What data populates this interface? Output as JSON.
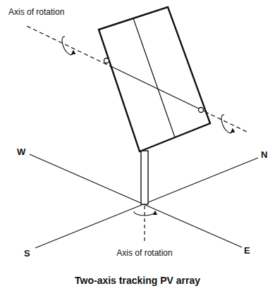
{
  "diagram": {
    "caption": "Two-axis tracking PV array",
    "labels": [
      "Axis of rotation",
      "W",
      "N",
      "S",
      "E",
      "Axis of rotation"
    ]
  }
}
